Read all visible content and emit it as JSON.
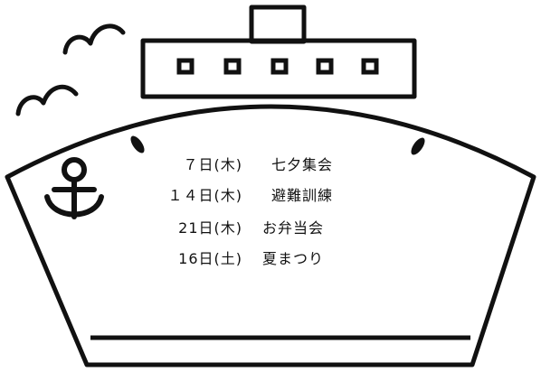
{
  "colors": {
    "line": "#111111",
    "background": "#ffffff"
  },
  "icons": [
    "cloud-icon",
    "anchor-icon"
  ],
  "schedule": {
    "events": [
      {
        "date": "７日(木)",
        "name": "七夕集会"
      },
      {
        "date": "１４日(木)",
        "name": "避難訓練"
      },
      {
        "date": "21日(木)",
        "name": "お弁当会"
      },
      {
        "date": "16日(土)",
        "name": "夏まつり"
      }
    ]
  }
}
